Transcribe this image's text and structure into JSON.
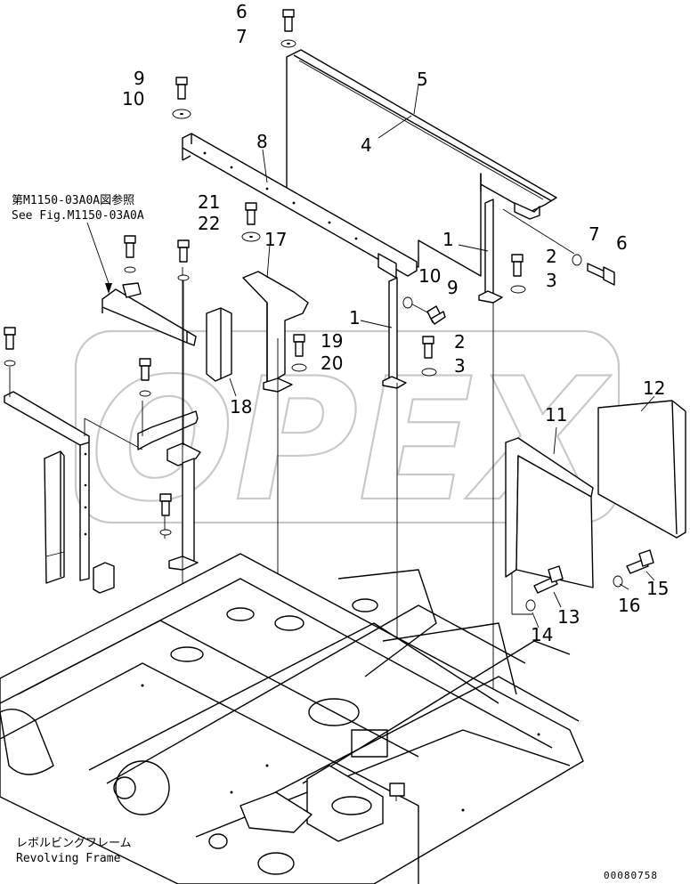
{
  "drawing": {
    "watermark_text": "OPEX",
    "reference_note_jp": "第M1150-03A0A図参照",
    "reference_note_en": "See Fig.M1150-03A0A",
    "frame_label_jp": "レボルビングフレーム",
    "frame_label_en": "Revolving Frame",
    "drawing_code": "00080758"
  },
  "callouts": [
    {
      "id": "c6a",
      "text": "6"
    },
    {
      "id": "c7a",
      "text": "7"
    },
    {
      "id": "c5",
      "text": "5"
    },
    {
      "id": "c4",
      "text": "4"
    },
    {
      "id": "c9a",
      "text": "9"
    },
    {
      "id": "c10a",
      "text": "10"
    },
    {
      "id": "c8",
      "text": "8"
    },
    {
      "id": "c21",
      "text": "21"
    },
    {
      "id": "c22",
      "text": "22"
    },
    {
      "id": "c17",
      "text": "17"
    },
    {
      "id": "c1a",
      "text": "1"
    },
    {
      "id": "c7b",
      "text": "7"
    },
    {
      "id": "c6b",
      "text": "6"
    },
    {
      "id": "c2a",
      "text": "2"
    },
    {
      "id": "c3a",
      "text": "3"
    },
    {
      "id": "c10b",
      "text": "10"
    },
    {
      "id": "c9b",
      "text": "9"
    },
    {
      "id": "c1b",
      "text": "1"
    },
    {
      "id": "c19",
      "text": "19"
    },
    {
      "id": "c20",
      "text": "20"
    },
    {
      "id": "c2b",
      "text": "2"
    },
    {
      "id": "c3b",
      "text": "3"
    },
    {
      "id": "c18",
      "text": "18"
    },
    {
      "id": "c12",
      "text": "12"
    },
    {
      "id": "c11",
      "text": "11"
    },
    {
      "id": "c15",
      "text": "15"
    },
    {
      "id": "c16",
      "text": "16"
    },
    {
      "id": "c13",
      "text": "13"
    },
    {
      "id": "c14",
      "text": "14"
    }
  ]
}
